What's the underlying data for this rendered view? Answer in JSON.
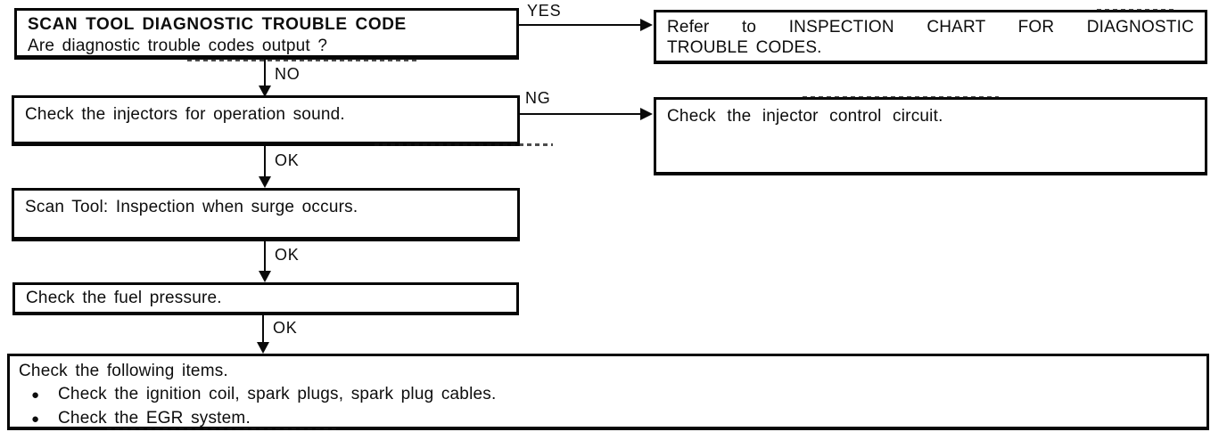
{
  "flowchart": {
    "steps": {
      "dtc_check": {
        "title": "SCAN TOOL DIAGNOSTIC TROUBLE CODE",
        "question": "Are diagnostic trouble codes output ?"
      },
      "refer_chart": {
        "line1": "Refer to INSPECTION CHART FOR DIAGNOSTIC",
        "line2": "TROUBLE CODES."
      },
      "injector_sound": {
        "text": "Check the injectors for operation sound."
      },
      "injector_circuit": {
        "text": "Check the injector control circuit."
      },
      "surge_inspection": {
        "text": "Scan Tool: Inspection when surge occurs."
      },
      "fuel_pressure": {
        "text": "Check the fuel pressure."
      },
      "final_checks": {
        "heading": "Check the following items.",
        "bullets": [
          "Check the ignition coil, spark plugs, spark plug cables.",
          "Check the EGR system."
        ]
      }
    },
    "connector_labels": {
      "yes": "YES",
      "no": "NO",
      "ng": "NG",
      "ok": "OK"
    },
    "colors": {
      "ink": "#0a0a0a",
      "background": "#ffffff"
    }
  },
  "icons": {
    "bullet": "●"
  }
}
